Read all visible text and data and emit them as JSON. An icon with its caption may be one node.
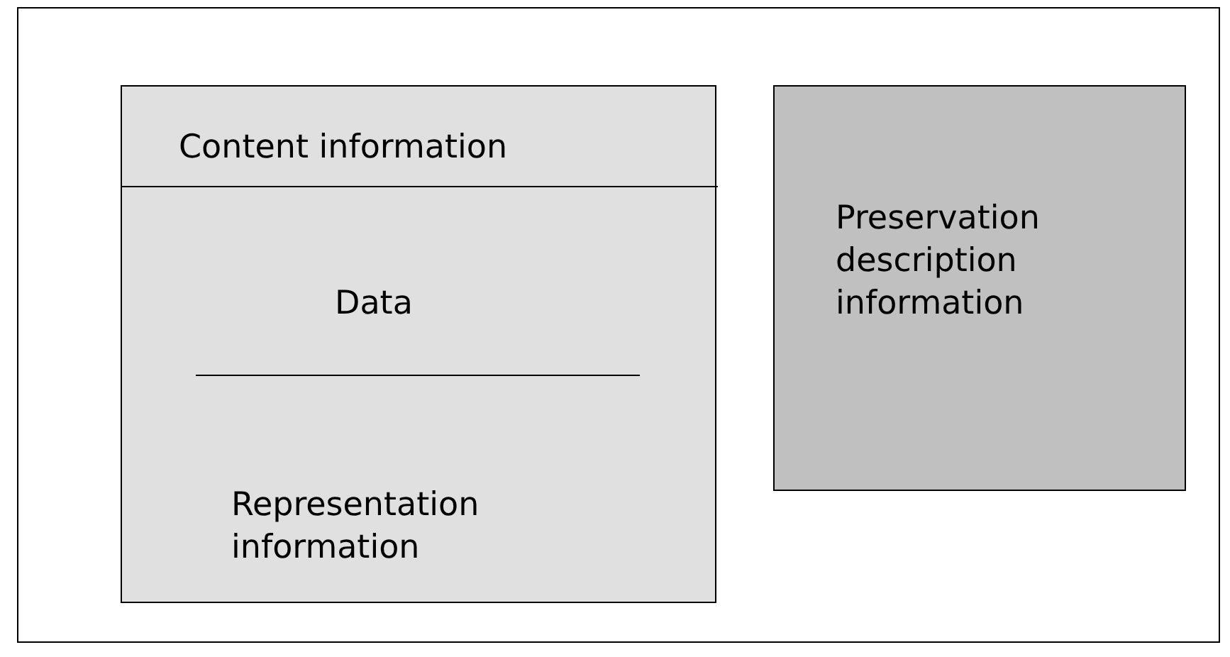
{
  "diagram": {
    "nodes": [
      {
        "text": [
          "Content information",
          "Data",
          "Representation information"
        ]
      },
      {
        "text": [
          "Preservation description information"
        ]
      }
    ]
  }
}
